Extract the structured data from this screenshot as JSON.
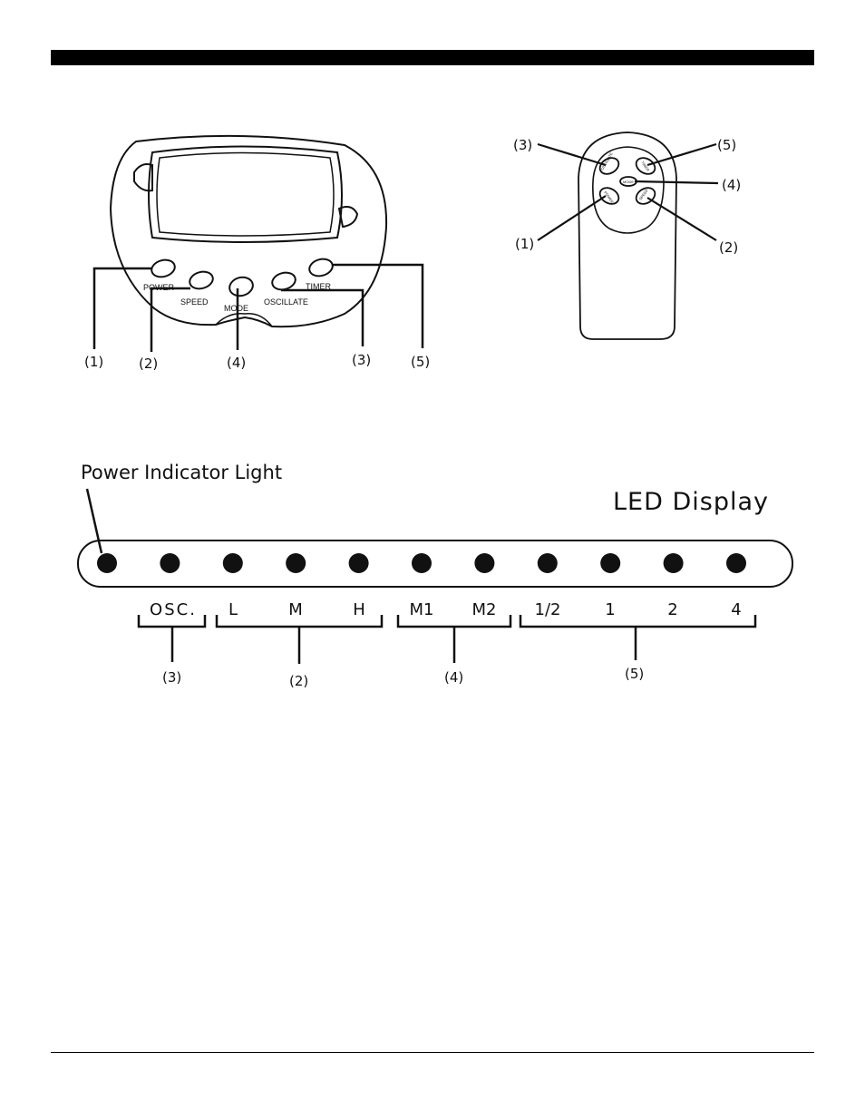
{
  "control_panel": {
    "buttons": [
      "POWER",
      "SPEED",
      "MODE",
      "OSCILLATE",
      "TIMER"
    ],
    "callouts": [
      "(1)",
      "(2)",
      "(4)",
      "(3)",
      "(5)"
    ]
  },
  "remote": {
    "buttons": [
      "OSCILLATE",
      "TIMER",
      "MODE",
      "POWER",
      "SPEED"
    ],
    "callouts": [
      "(3)",
      "(5)",
      "(4)",
      "(1)",
      "(2)"
    ]
  },
  "led_panel": {
    "power_indicator_label": "Power Indicator Light",
    "display_title": "LED Display",
    "led_count": 11,
    "labels": [
      "OSC.",
      "L",
      "M",
      "H",
      "M1",
      "M2",
      "1/2",
      "1",
      "2",
      "4"
    ],
    "group_callouts": [
      "(3)",
      "(2)",
      "(4)",
      "(5)"
    ]
  }
}
